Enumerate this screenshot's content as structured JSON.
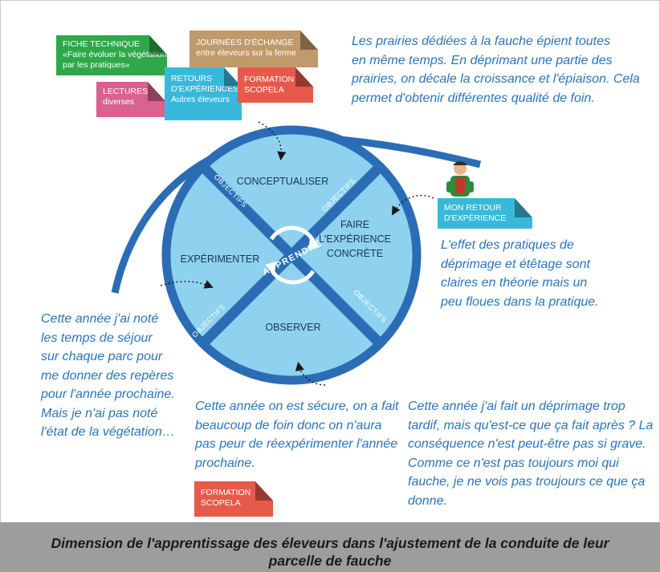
{
  "cards": {
    "fiche": {
      "lines": [
        "FICHE TECHNIQUE",
        "«Faire évoluer la végétation",
        "par les pratiques»"
      ]
    },
    "journees": {
      "lines": [
        "JOURNÉES D'ÉCHANGE",
        "entre éleveurs sur la ferme"
      ]
    },
    "lectures": {
      "lines": [
        "LECTURES",
        "diverses"
      ]
    },
    "retours": {
      "lines": [
        "RETOURS",
        "D'EXPÉRIENCES",
        "Autres éleveurs"
      ]
    },
    "formation_top": {
      "lines": [
        "FORMATION",
        "SCOPELA"
      ]
    },
    "mon_retour": {
      "lines": [
        "MON RETOUR",
        "D'EXPÉRIENCE"
      ]
    },
    "formation_bottom": {
      "lines": [
        "FORMATION",
        "SCOPELA"
      ]
    }
  },
  "cycle": {
    "conceptualiser": "CONCEPTUALISER",
    "faire": [
      "FAIRE",
      "L'EXPÉRIENCE",
      "CONCRÈTE"
    ],
    "experimenter": "EXPÉRIMENTER",
    "observer": "OBSERVER",
    "objectifs": "OBJECTIFS",
    "apprendre": "APPRENDRE"
  },
  "notes": {
    "top_right": [
      "Les prairies dédiées à la fauche épient toutes",
      "en même temps. En déprimant une partie des",
      "prairies, on décale la croissance et l'épiaison. Cela",
      "permet d'obtenir différentes qualité de foin."
    ],
    "right_middle": [
      "L'effet des pratiques de",
      "déprimage et étêtage sont",
      "claires en théorie mais un",
      "peu floues dans la pratique."
    ],
    "left": [
      "Cette année j'ai noté",
      "les temps de séjour",
      "sur chaque parc pour",
      "me donner des repères",
      "pour l'année prochaine.",
      "Mais je n'ai pas noté",
      "l'état de la végétation…"
    ],
    "bottom_middle": [
      "Cette année on est sécure, on a fait",
      "beaucoup de foin donc on n'aura",
      "pas peur de réexpérimenter l'année",
      "prochaine."
    ],
    "bottom_right": [
      "Cette année j'ai fait un déprimage trop",
      "tardif, mais qu'est-ce que ça fait après ? La",
      "conséquence n'est peut-être pas si grave.",
      "Comme ce n'est pas toujours moi qui",
      "fauche, je ne vois pas troujours ce que ça",
      "donne."
    ]
  },
  "caption": "Dimension de l'apprentissage des éleveurs dans l'ajustement de la conduite de leur parcelle de fauche",
  "colors": {
    "wheel_fill": "#8fd2f0",
    "wheel_ring": "#2a6db5",
    "text_note": "#2a74b8",
    "caption_bg": "#9d9d9d"
  },
  "icons": [
    "farmer-icon",
    "cycle-arrows-icon",
    "dotted-arrow"
  ]
}
